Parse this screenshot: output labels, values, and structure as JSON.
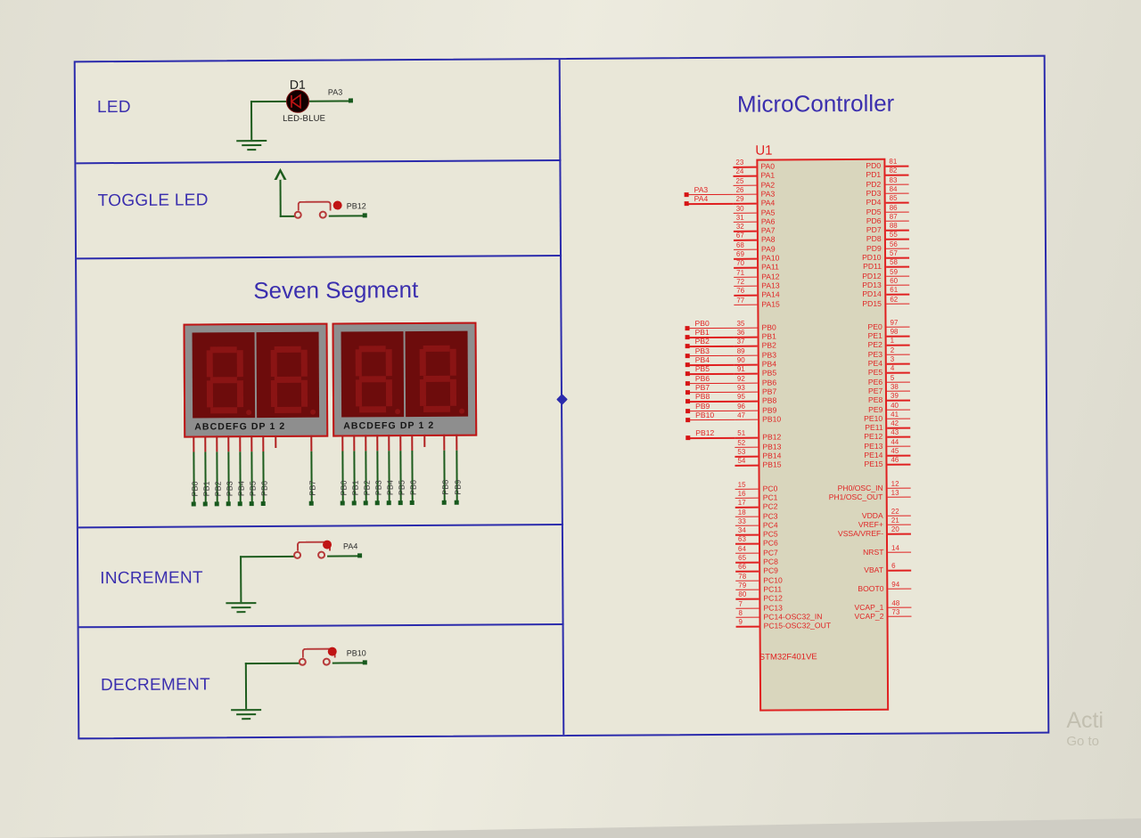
{
  "sections": [
    {
      "id": "led",
      "label": "LED"
    },
    {
      "id": "toggle",
      "label": "TOGGLE LED"
    },
    {
      "id": "sevenseg",
      "label": "Seven Segment"
    },
    {
      "id": "increment",
      "label": "INCREMENT"
    },
    {
      "id": "decrement",
      "label": "DECREMENT"
    }
  ],
  "right_panel": {
    "title": "MicroController"
  },
  "led_block": {
    "reference": "D1",
    "value": "LED-BLUE",
    "net": "PA3"
  },
  "toggle_block": {
    "net": "PB12"
  },
  "increment_block": {
    "net": "PA4"
  },
  "decrement_block": {
    "net": "PB10"
  },
  "seven_segment": {
    "pin_legend": "ABCDEFG  DP        1 2",
    "displays": [
      {
        "segment_nets": [
          "PB0",
          "PB1",
          "PB2",
          "PB3",
          "PB4",
          "PB5",
          "PB6"
        ],
        "digit_nets": [
          "PB7"
        ]
      },
      {
        "segment_nets": [
          "PB0",
          "PB1",
          "PB2",
          "PB3",
          "PB4",
          "PB5",
          "PB6"
        ],
        "digit_nets": [
          "PB8",
          "PB9"
        ]
      }
    ],
    "legend_labels": [
      "A",
      "B",
      "C",
      "D",
      "E",
      "F",
      "G",
      "DP",
      "1",
      "2"
    ]
  },
  "mcu": {
    "reference": "U1",
    "part": "STM32F401VE",
    "left_groups": [
      {
        "pins": [
          {
            "name": "PA0",
            "num": "23",
            "net": ""
          },
          {
            "name": "PA1",
            "num": "24",
            "net": ""
          },
          {
            "name": "PA2",
            "num": "25",
            "net": ""
          },
          {
            "name": "PA3",
            "num": "26",
            "net": "PA3"
          },
          {
            "name": "PA4",
            "num": "29",
            "net": "PA4"
          },
          {
            "name": "PA5",
            "num": "30",
            "net": ""
          },
          {
            "name": "PA6",
            "num": "31",
            "net": ""
          },
          {
            "name": "PA7",
            "num": "32",
            "net": ""
          },
          {
            "name": "PA8",
            "num": "67",
            "net": ""
          },
          {
            "name": "PA9",
            "num": "68",
            "net": ""
          },
          {
            "name": "PA10",
            "num": "69",
            "net": ""
          },
          {
            "name": "PA11",
            "num": "70",
            "net": ""
          },
          {
            "name": "PA12",
            "num": "71",
            "net": ""
          },
          {
            "name": "PA13",
            "num": "72",
            "net": ""
          },
          {
            "name": "PA14",
            "num": "76",
            "net": ""
          },
          {
            "name": "PA15",
            "num": "77",
            "net": ""
          }
        ]
      },
      {
        "pins": [
          {
            "name": "PB0",
            "num": "35",
            "net": "PB0"
          },
          {
            "name": "PB1",
            "num": "36",
            "net": "PB1"
          },
          {
            "name": "PB2",
            "num": "37",
            "net": "PB2"
          },
          {
            "name": "PB3",
            "num": "89",
            "net": "PB3"
          },
          {
            "name": "PB4",
            "num": "90",
            "net": "PB4"
          },
          {
            "name": "PB5",
            "num": "91",
            "net": "PB5"
          },
          {
            "name": "PB6",
            "num": "92",
            "net": "PB6"
          },
          {
            "name": "PB7",
            "num": "93",
            "net": "PB7"
          },
          {
            "name": "PB8",
            "num": "95",
            "net": "PB8"
          },
          {
            "name": "PB9",
            "num": "96",
            "net": "PB9"
          },
          {
            "name": "PB10",
            "num": "47",
            "net": "PB10"
          },
          {
            "name": "",
            "num": "",
            "net": ""
          },
          {
            "name": "PB12",
            "num": "51",
            "net": "PB12"
          },
          {
            "name": "PB13",
            "num": "52",
            "net": ""
          },
          {
            "name": "PB14",
            "num": "53",
            "net": ""
          },
          {
            "name": "PB15",
            "num": "54",
            "net": ""
          }
        ]
      },
      {
        "pins": [
          {
            "name": "PC0",
            "num": "15",
            "net": ""
          },
          {
            "name": "PC1",
            "num": "16",
            "net": ""
          },
          {
            "name": "PC2",
            "num": "17",
            "net": ""
          },
          {
            "name": "PC3",
            "num": "18",
            "net": ""
          },
          {
            "name": "PC4",
            "num": "33",
            "net": ""
          },
          {
            "name": "PC5",
            "num": "34",
            "net": ""
          },
          {
            "name": "PC6",
            "num": "63",
            "net": ""
          },
          {
            "name": "PC7",
            "num": "64",
            "net": ""
          },
          {
            "name": "PC8",
            "num": "65",
            "net": ""
          },
          {
            "name": "PC9",
            "num": "66",
            "net": ""
          },
          {
            "name": "PC10",
            "num": "78",
            "net": ""
          },
          {
            "name": "PC11",
            "num": "79",
            "net": ""
          },
          {
            "name": "PC12",
            "num": "80",
            "net": ""
          },
          {
            "name": "PC13",
            "num": "7",
            "net": ""
          },
          {
            "name": "PC14-OSC32_IN",
            "num": "8",
            "net": ""
          },
          {
            "name": "PC15-OSC32_OUT",
            "num": "9",
            "net": ""
          }
        ]
      }
    ],
    "right_groups": [
      {
        "pins": [
          {
            "name": "PD0",
            "num": "81"
          },
          {
            "name": "PD1",
            "num": "82"
          },
          {
            "name": "PD2",
            "num": "83"
          },
          {
            "name": "PD3",
            "num": "84"
          },
          {
            "name": "PD4",
            "num": "85"
          },
          {
            "name": "PD5",
            "num": "86"
          },
          {
            "name": "PD6",
            "num": "87"
          },
          {
            "name": "PD7",
            "num": "88"
          },
          {
            "name": "PD8",
            "num": "55"
          },
          {
            "name": "PD9",
            "num": "56"
          },
          {
            "name": "PD10",
            "num": "57"
          },
          {
            "name": "PD11",
            "num": "58"
          },
          {
            "name": "PD12",
            "num": "59"
          },
          {
            "name": "PD13",
            "num": "60"
          },
          {
            "name": "PD14",
            "num": "61"
          },
          {
            "name": "PD15",
            "num": "62"
          }
        ]
      },
      {
        "pins": [
          {
            "name": "PE0",
            "num": "97"
          },
          {
            "name": "PE1",
            "num": "98"
          },
          {
            "name": "PE2",
            "num": "1"
          },
          {
            "name": "PE3",
            "num": "2"
          },
          {
            "name": "PE4",
            "num": "3"
          },
          {
            "name": "PE5",
            "num": "4"
          },
          {
            "name": "PE6",
            "num": "5"
          },
          {
            "name": "PE7",
            "num": "38"
          },
          {
            "name": "PE8",
            "num": "39"
          },
          {
            "name": "PE9",
            "num": "40"
          },
          {
            "name": "PE10",
            "num": "41"
          },
          {
            "name": "PE11",
            "num": "42"
          },
          {
            "name": "PE12",
            "num": "43"
          },
          {
            "name": "PE13",
            "num": "44"
          },
          {
            "name": "PE14",
            "num": "45"
          },
          {
            "name": "PE15",
            "num": "46"
          }
        ]
      },
      {
        "pins": [
          {
            "name": "PH0/OSC_IN",
            "num": "12"
          },
          {
            "name": "PH1/OSC_OUT",
            "num": "13"
          },
          {
            "name": "",
            "num": ""
          },
          {
            "name": "VDDA",
            "num": "22"
          },
          {
            "name": "VREF+",
            "num": "21"
          },
          {
            "name": "VSSA/VREF-",
            "num": "20"
          },
          {
            "name": "",
            "num": ""
          },
          {
            "name": "NRST",
            "num": "14"
          },
          {
            "name": "",
            "num": ""
          },
          {
            "name": "VBAT",
            "num": "6"
          },
          {
            "name": "",
            "num": ""
          },
          {
            "name": "BOOT0",
            "num": "94"
          },
          {
            "name": "",
            "num": ""
          },
          {
            "name": "VCAP_1",
            "num": "48"
          },
          {
            "name": "VCAP_2",
            "num": "73"
          },
          {
            "name": "",
            "num": ""
          }
        ]
      }
    ]
  },
  "watermark": {
    "line1": "Acti",
    "line2": "Go to"
  },
  "colors": {
    "border_blue": "#2b2bac",
    "title_blue": "#3b2fae",
    "wire_green": "#1d5c1d",
    "component_red": "#c01414",
    "mcu_red": "#e02020",
    "canvas": "#e9e7d8"
  }
}
